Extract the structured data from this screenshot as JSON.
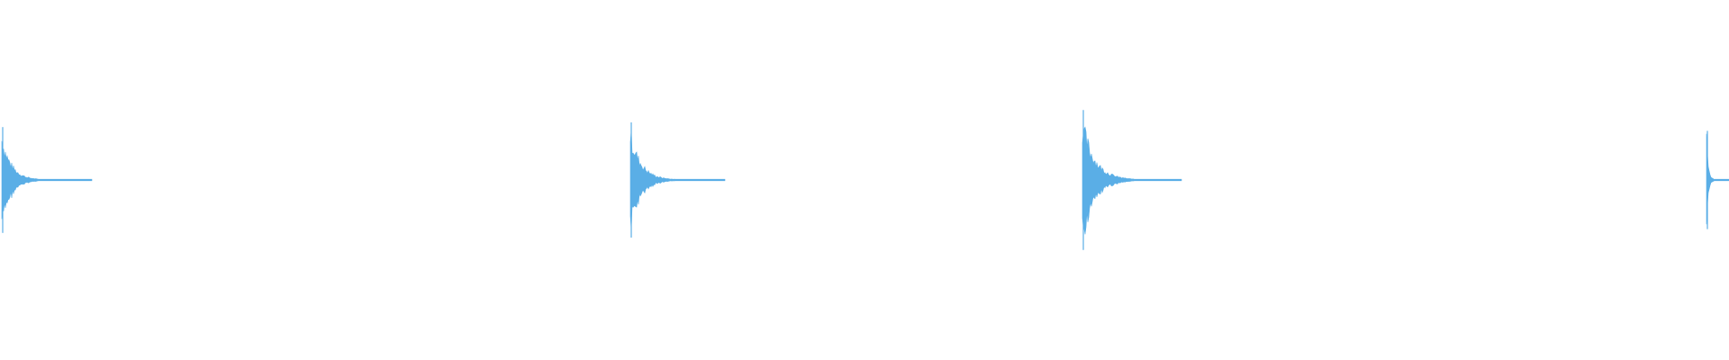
{
  "waveform": {
    "color": "#5aaee6",
    "background": "#ffffff",
    "transients": [
      {
        "id": "hit-1",
        "amplitude": 0.56,
        "decay": 0.75,
        "tail": 0.85,
        "clipped_left": true
      },
      {
        "id": "hit-2",
        "amplitude": 0.61,
        "decay": 0.8,
        "tail": 0.9,
        "clipped_left": false
      },
      {
        "id": "hit-3",
        "amplitude": 0.74,
        "decay": 0.9,
        "tail": 1.0,
        "clipped_left": false
      },
      {
        "id": "hit-4",
        "amplitude": 0.52,
        "decay": 0.6,
        "tail": 0.4,
        "clipped_right": true
      }
    ]
  }
}
